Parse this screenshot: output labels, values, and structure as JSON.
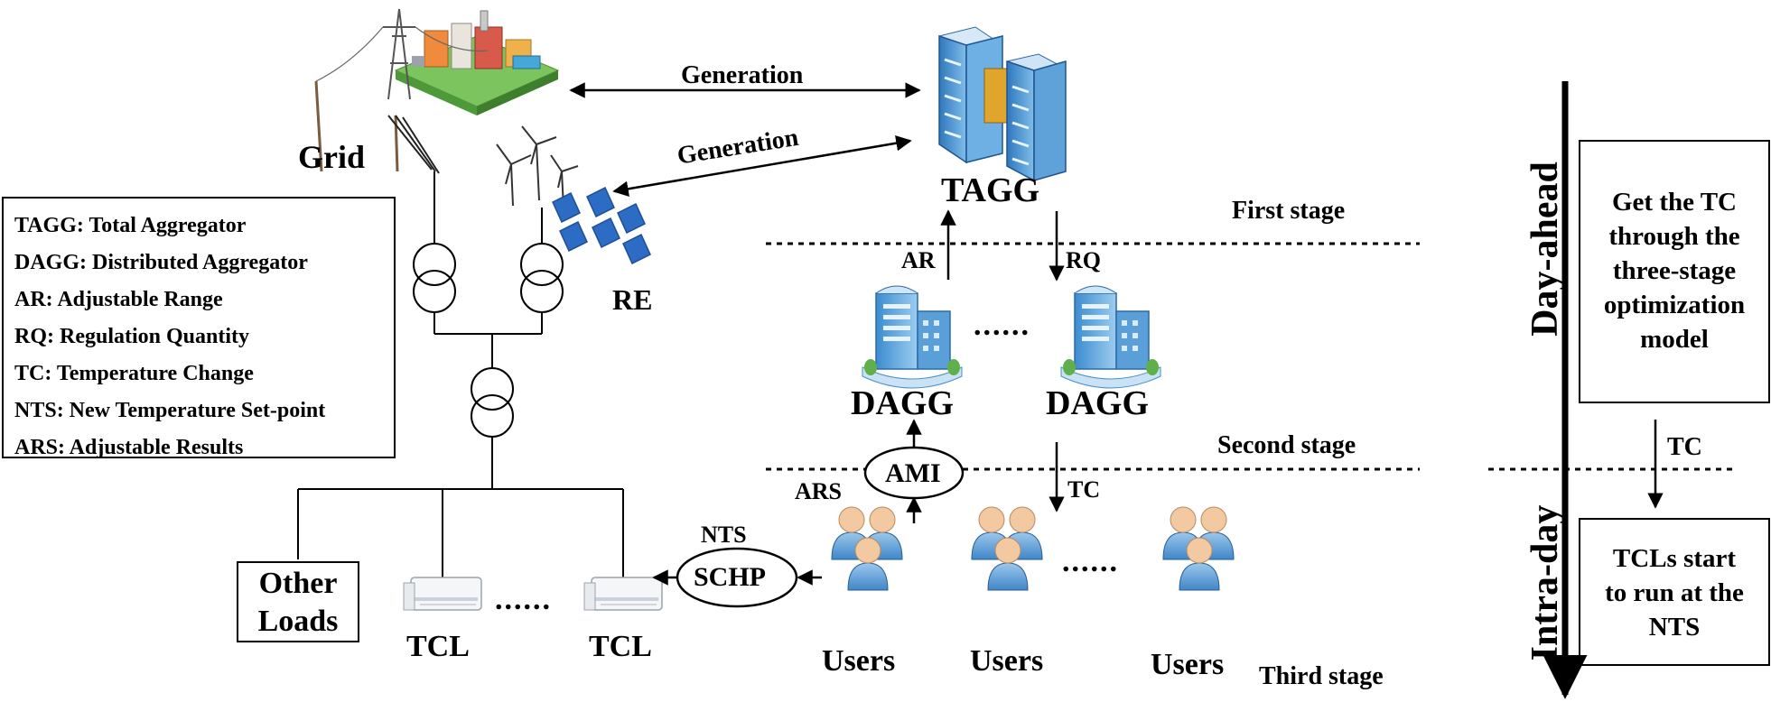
{
  "labels": {
    "grid": "Grid",
    "generation_top": "Generation",
    "generation_mid": "Generation",
    "tagg": "TAGG",
    "re": "RE",
    "first_stage": "First stage",
    "second_stage": "Second stage",
    "third_stage": "Third stage",
    "ar": "AR",
    "rq": "RQ",
    "dagg_left": "DAGG",
    "dagg_right": "DAGG",
    "dagg_dots": "......",
    "ami": "AMI",
    "ars": "ARS",
    "tc_mid": "TC",
    "nts": "NTS",
    "schp": "SCHP",
    "other_loads_1": "Other",
    "other_loads_2": "Loads",
    "tcl_left": "TCL",
    "tcl_right": "TCL",
    "tcl_dots": "......",
    "users_1": "Users",
    "users_2": "Users",
    "users_3": "Users",
    "users_dots": "......",
    "day_ahead": "Day-ahead",
    "intra_day": "Intra-day",
    "tc_right": "TC",
    "box_top": [
      "Get the TC",
      "through the",
      "three-stage",
      "optimization",
      "model"
    ],
    "box_bottom": [
      "TCLs start",
      "to run at the",
      "NTS"
    ]
  },
  "legend": [
    "TAGG: Total Aggregator",
    "DAGG: Distributed Aggregator",
    "AR: Adjustable Range",
    "RQ: Regulation Quantity",
    "TC: Temperature Change",
    "NTS: New Temperature Set-point",
    "ARS: Adjustable Results"
  ],
  "colors": {
    "server_blue": "#3d86c6",
    "server_light": "#a9d3f2",
    "building_blue": "#5aa6dc",
    "user_blue": "#6aa8dc",
    "skin": "#f2c9a1",
    "solar_blue": "#2d6cc4",
    "factory_orange": "#f08a3c",
    "grass_green": "#5fb04a"
  }
}
